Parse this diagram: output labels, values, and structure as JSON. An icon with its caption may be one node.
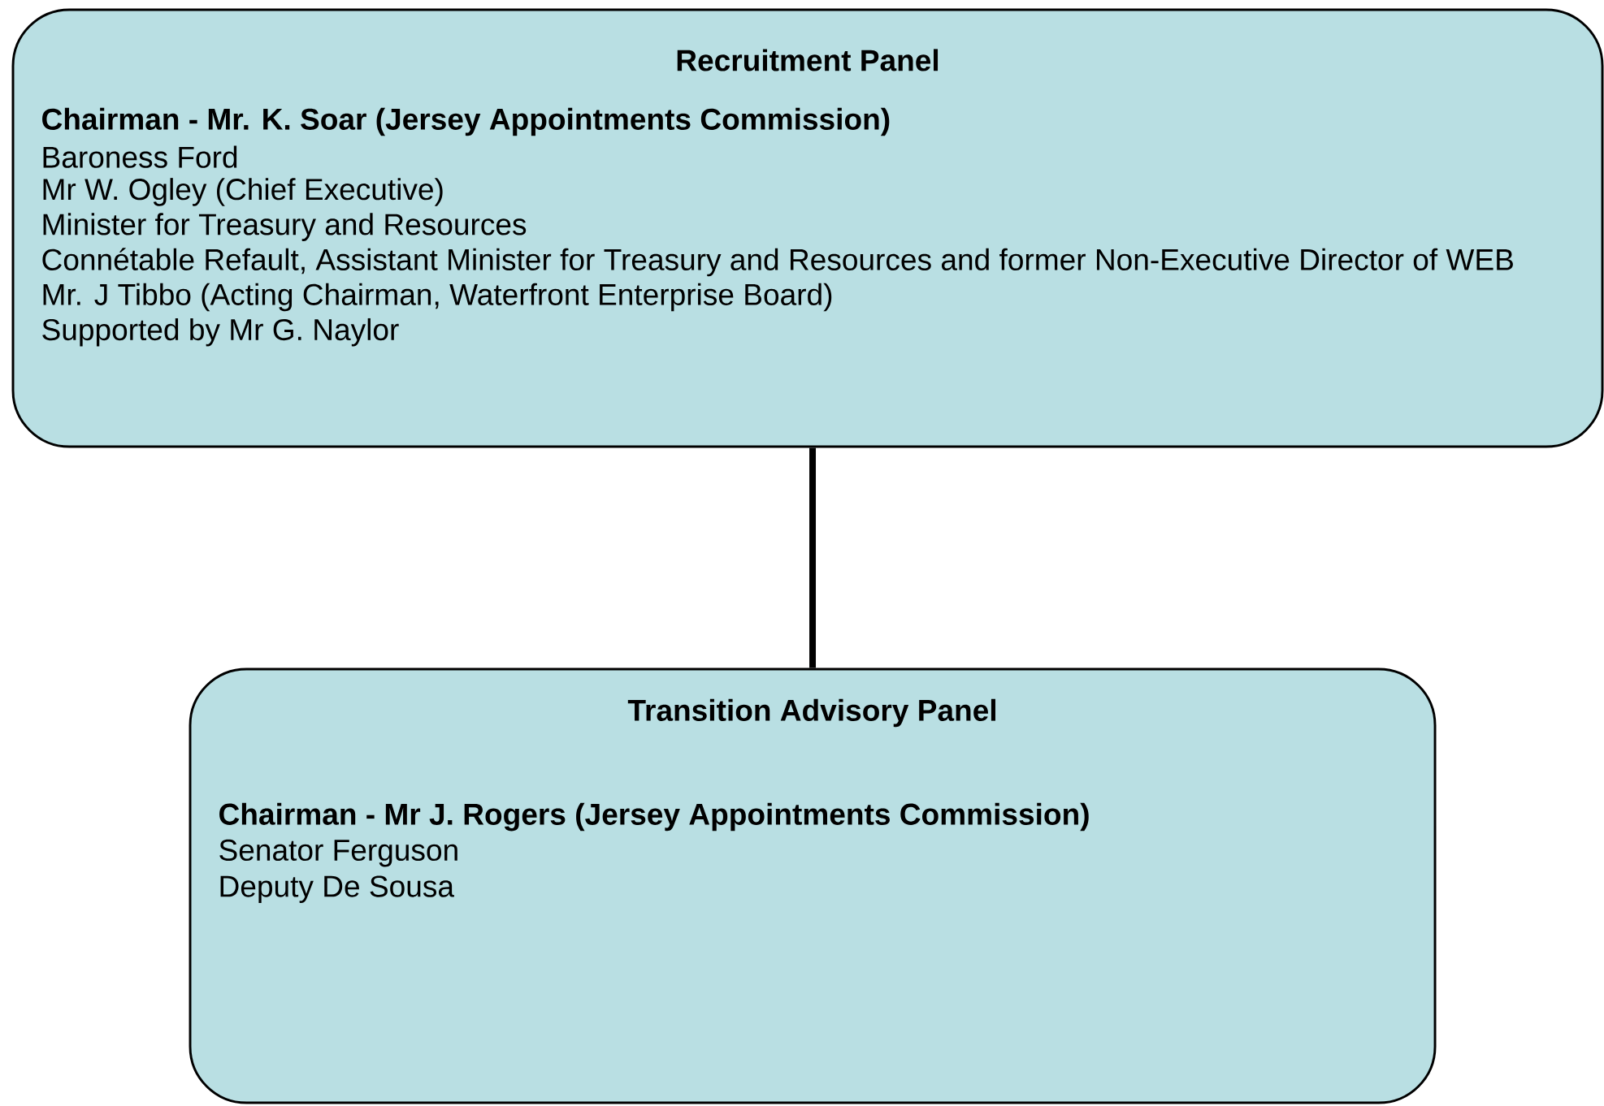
{
  "diagram": {
    "nodes": [
      {
        "text": [
          "Recruitment Panel",
          "Chairman - Mr. K. Soar (Jersey Appointments Commission)",
          "Baroness Ford",
          "Mr W. Ogley (Chief Executive)",
          "Minister for Treasury and Resources",
          "Connétable Refault, Assistant Minister for Treasury and Resources and former Non-Executive Director of WEB",
          "Mr. J Tibbo (Acting Chairman, Waterfront Enterprise Board)",
          "Supported by Mr G. Naylor"
        ]
      },
      {
        "text": [
          "Transition Advisory Panel",
          "Chairman - Mr J. Rogers (Jersey Appointments Commission)",
          "Senator Ferguson",
          "Deputy De Sousa"
        ]
      }
    ],
    "edges": [
      {
        "from": 0,
        "to": 1,
        "arrow": "none"
      }
    ]
  }
}
